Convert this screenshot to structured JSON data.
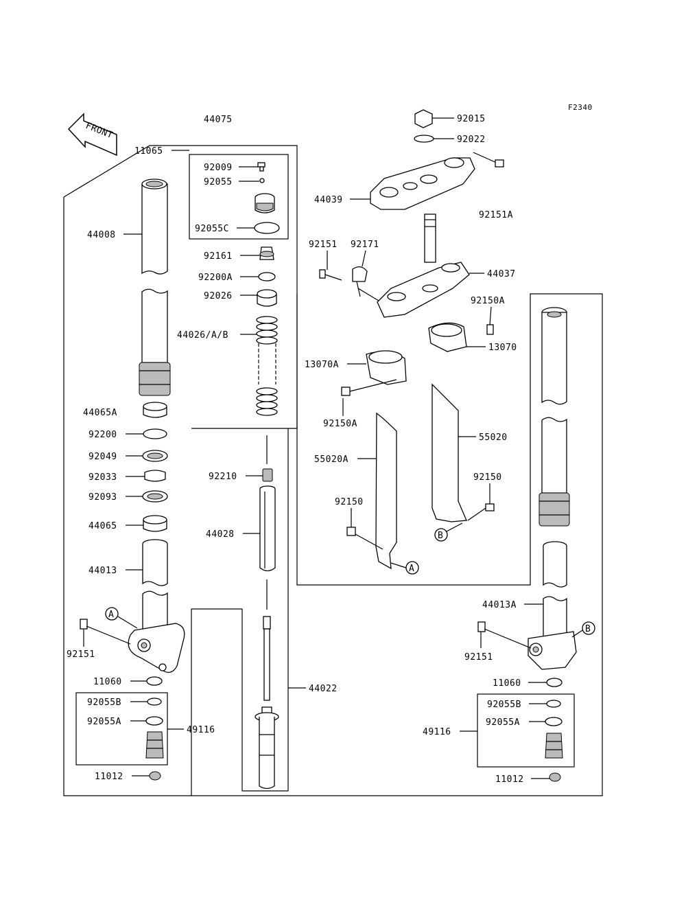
{
  "figure_code": "F2340",
  "front_label": "FRONT",
  "markers": {
    "a": "A",
    "b": "B"
  },
  "labels": {
    "p44075": "44075",
    "p11065": "11065",
    "p92009": "92009",
    "p92055": "92055",
    "p92055c": "92055C",
    "p44008": "44008",
    "p92161": "92161",
    "p92200a": "92200A",
    "p92026": "92026",
    "p44026": "44026/A/B",
    "p44065a": "44065A",
    "p92200": "92200",
    "p92049": "92049",
    "p92033": "92033",
    "p92093": "92093",
    "p44065": "44065",
    "p44013": "44013",
    "p92151_l": "92151",
    "p11060_l": "11060",
    "p92055b_l": "92055B",
    "p92055a_l": "92055A",
    "p49116_l": "49116",
    "p11012_l": "11012",
    "p92210": "92210",
    "p44028": "44028",
    "p44022": "44022",
    "p92015": "92015",
    "p92022": "92022",
    "p44039": "44039",
    "p92151a": "92151A",
    "p92151_t": "92151",
    "p92171": "92171",
    "p44037": "44037",
    "p92150a_t": "92150A",
    "p13070": "13070",
    "p13070a": "13070A",
    "p92150a_m": "92150A",
    "p55020": "55020",
    "p55020a": "55020A",
    "p92150_r": "92150",
    "p92150_l": "92150",
    "p44013a": "44013A",
    "p92151_r": "92151",
    "p11060_r": "11060",
    "p92055b_r": "92055B",
    "p92055a_r": "92055A",
    "p49116_r": "49116",
    "p11012_r": "11012"
  }
}
